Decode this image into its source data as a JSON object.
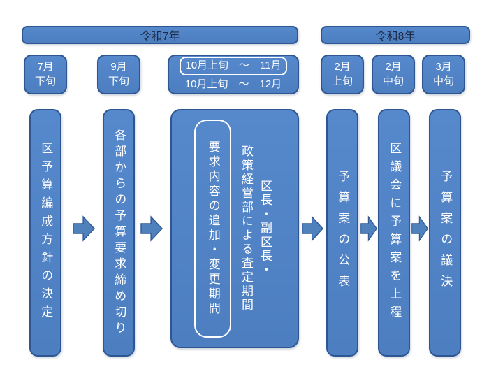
{
  "colors": {
    "box_fill": "#4f81bd",
    "box_border": "#2e5693",
    "text_on_blue": "#ffffff",
    "header_text": "#1b2a45",
    "arrow_fill": "#4f81bd"
  },
  "year_headers": [
    {
      "label": "令和7年"
    },
    {
      "label": "令和8年"
    }
  ],
  "periods": [
    {
      "lines": [
        "7月",
        "下旬"
      ]
    },
    {
      "lines": [
        "9月",
        "下旬"
      ]
    },
    {
      "range_rows": [
        {
          "text": "10月上旬　～　11月"
        },
        {
          "text": "10月上旬　～　12月"
        }
      ]
    },
    {
      "lines": [
        "2月",
        "上旬"
      ]
    },
    {
      "lines": [
        "2月",
        "中旬"
      ]
    },
    {
      "lines": [
        "3月",
        "中旬"
      ]
    }
  ],
  "steps": [
    {
      "label": "区予算編成方針の決定"
    },
    {
      "label": "各部からの予算要求締め切り"
    },
    {
      "inner_box_label": "要求内容の追加・変更期間",
      "right_label_col1": "区長・副区長・",
      "right_label_col2": "政策経営部による査定期間"
    },
    {
      "label": "予算案の公表"
    },
    {
      "label": "区議会に予算案を上程"
    },
    {
      "label": "予算案の議決"
    }
  ]
}
